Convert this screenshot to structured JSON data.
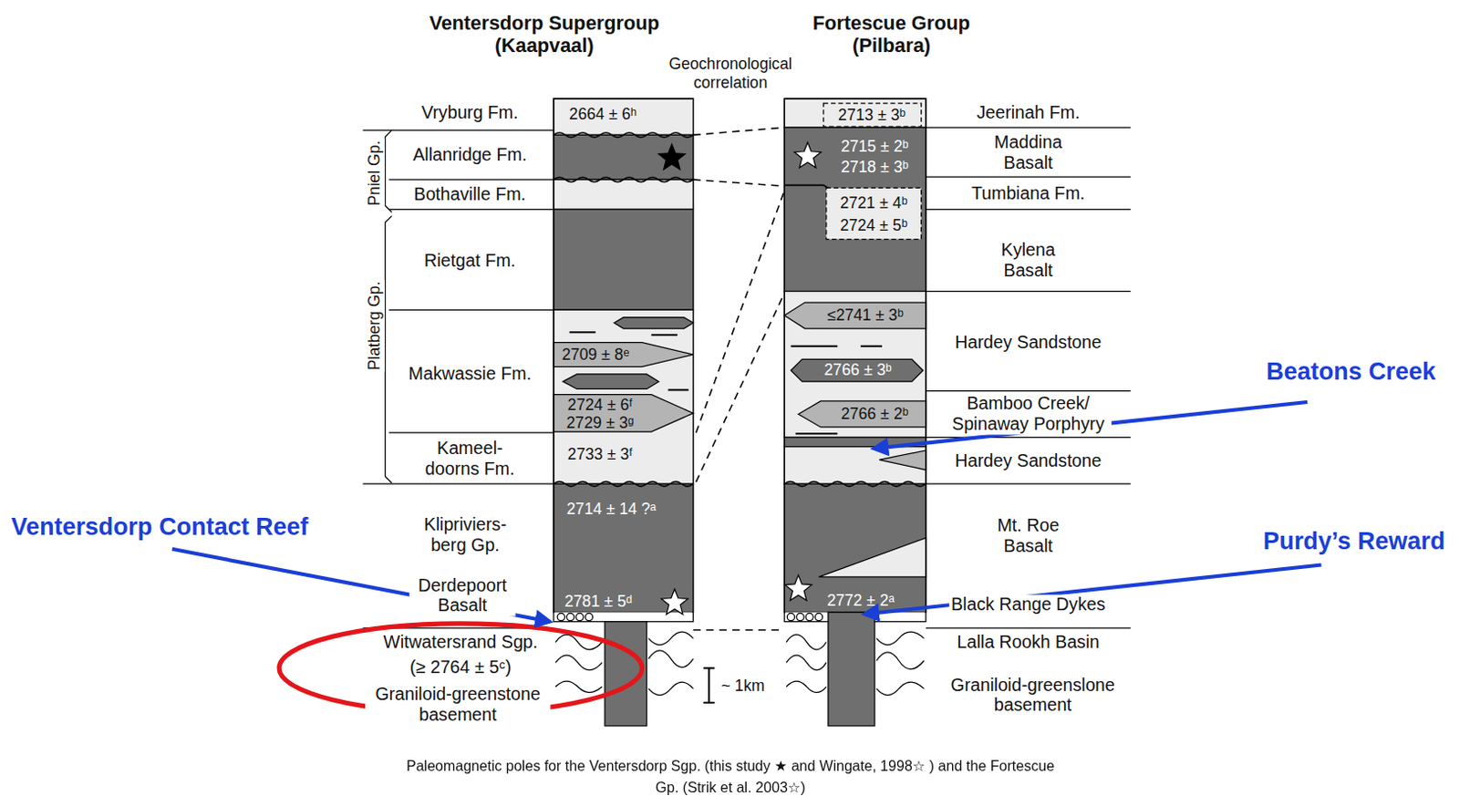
{
  "diagram": {
    "caption": "Paleomagnetic poles for the Ventersdorp Sgp. (this study ★ and Wingate, 1998☆ ) and the Fortescue Gp. (Strik et al. 2003☆)",
    "labels": [
      "Ventersdorp Supergroup (Kaapvaal)",
      "Geochronological correlation",
      "Fortescue Group (Pilbara)",
      "Vryburg Fm.",
      "Allanridge Fm.",
      "Bothaville Fm.",
      "Pniel Gp.",
      "Rietgat Fm.",
      "Platberg Gp.",
      "Makwassie Fm.",
      "Kameel- doorns Fm.",
      "Klipriviers- berg Gp.",
      "Derdepoort Basalt",
      "Witwatersrand Sgp.",
      "(≥ 2764 ± 5ᶜ)",
      "Graniloid-greenstone basement",
      "Jeerinah Fm.",
      "Maddina Basalt",
      "Tumbiana Fm.",
      "Kylena Basalt",
      "Hardey Sandstone",
      "Bamboo Creek/ Spinaway Porphyry",
      "Hardey Sandstone",
      "Mt. Roe Basalt",
      "Black Range Dykes",
      "Lalla Rookh Basin",
      "Graniloid-greenslone basement",
      "2664 ± 6ʰ",
      "2709 ± 8ᵉ",
      "2724 ± 6ᶠ",
      "2729 ± 3ᵍ",
      "2733 ± 3ᶠ",
      "2714 ± 14 ?ᵃ",
      "2781 ± 5ᵈ",
      "2713 ± 3ᵇ",
      "2715 ± 2ᵇ",
      "2718 ± 3ᵇ",
      "2721 ± 4ᵇ",
      "2724 ± 5ᵇ",
      "≤2741 ± 3ᵇ",
      "2766 ± 3ᵇ",
      "2766 ± 2ᵇ",
      "2772 ± 2ᵃ",
      "~ 1km",
      "Ventersdorp Contact Reef",
      "Beatons Creek",
      "Purdy’s Reward"
    ]
  }
}
